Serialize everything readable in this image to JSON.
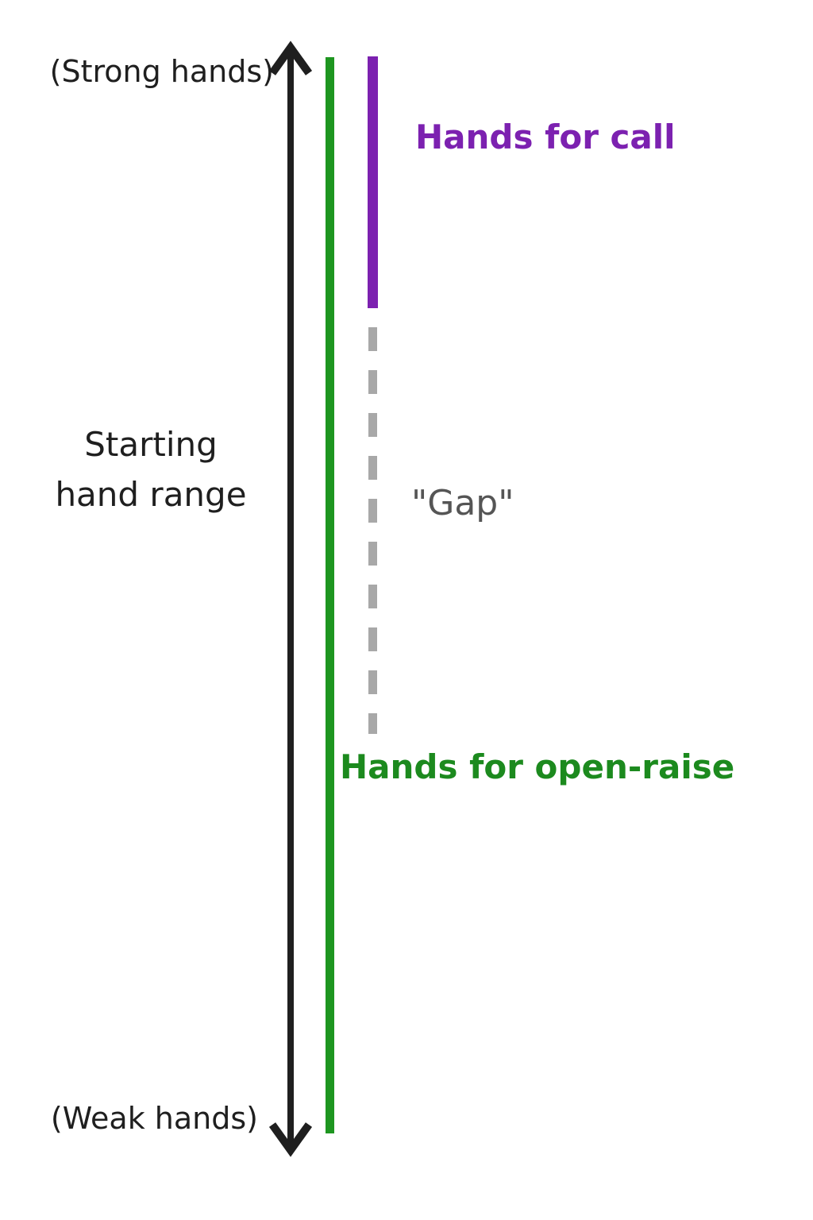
{
  "diagram": {
    "axis": {
      "top_label": "(Strong hands)",
      "bottom_label": "(Weak hands)",
      "label": "Starting\nhand range"
    },
    "segments": {
      "call_label": "Hands for call",
      "gap_label": "\"Gap\"",
      "open_raise_label": "Hands for open-raise"
    },
    "colors": {
      "axis_black": "#1f1f1f",
      "open_raise_green": "#1e9620",
      "open_raise_text_green": "#1c8a1e",
      "call_purple": "#7c21b0",
      "gap_dash_gray": "#a8a8a8",
      "gap_text_gray": "#555555",
      "background": "#ffffff"
    }
  }
}
